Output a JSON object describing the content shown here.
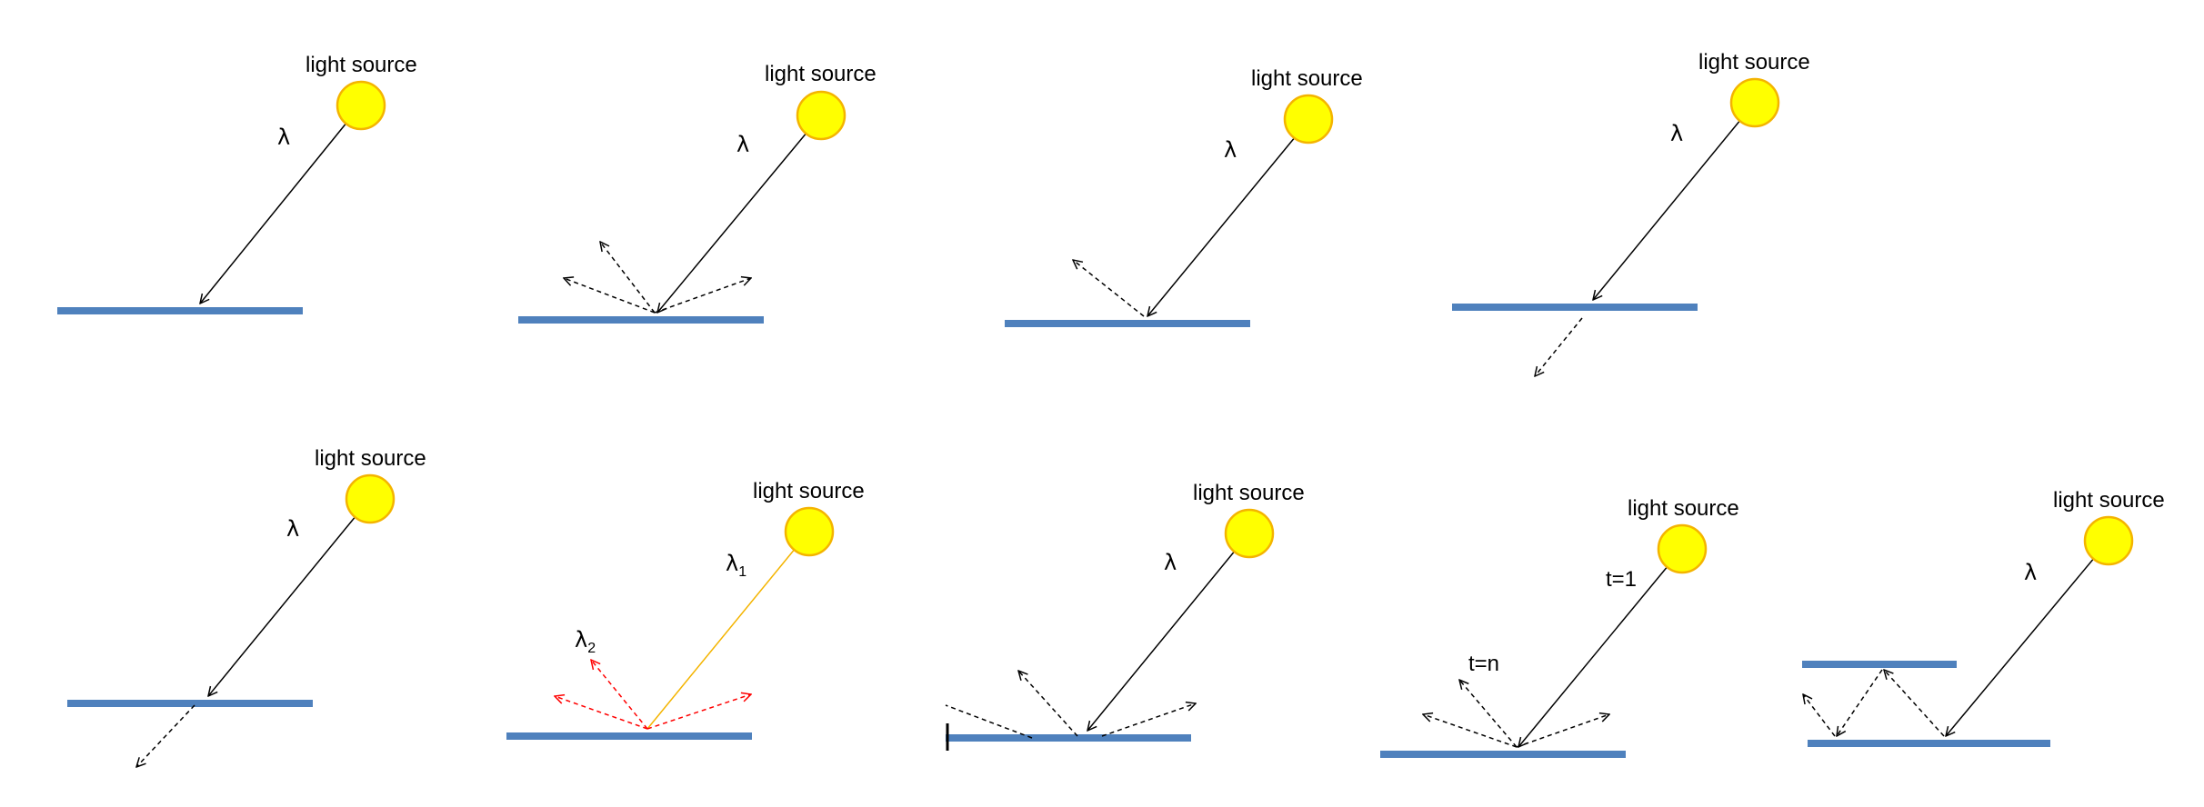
{
  "light_label": "light source",
  "lambda": "λ",
  "lambda1": {
    "base": "λ",
    "sub": "1"
  },
  "lambda2": {
    "base": "λ",
    "sub": "2"
  },
  "time_start": "t=1",
  "time_end": "t=n",
  "colors": {
    "surface": "#4f81bd",
    "sun_fill": "#ffff00",
    "sun_stroke": "#f4b400",
    "ray": "#000000",
    "ray_shifted": "#f4b400",
    "scatter_shifted": "#ff0000"
  },
  "icons": {
    "light": "sun-icon"
  }
}
